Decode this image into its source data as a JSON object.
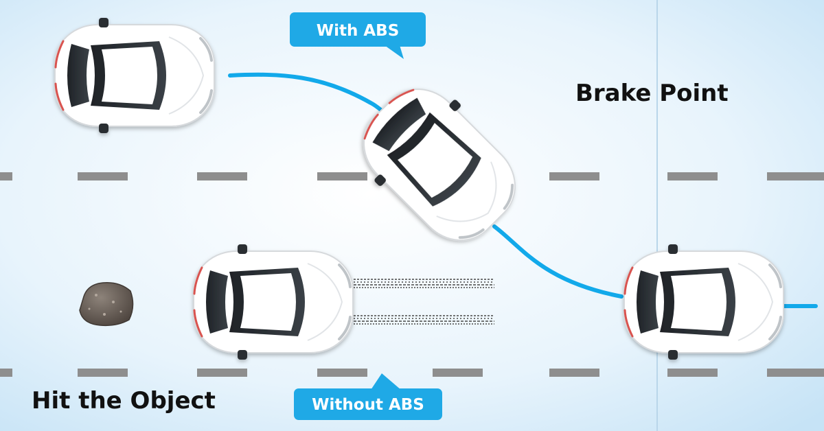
{
  "labels": {
    "with_abs": "With ABS",
    "without_abs": "Without ABS",
    "brake_point": "Brake Point",
    "hit_object": "Hit the Object"
  },
  "colors": {
    "background_center": "#ffffff",
    "background_edge": "#c6e3f6",
    "path_blue": "#12a9ea",
    "bubble_blue": "#1fa9e6",
    "lane_dash": "#8e8e8e",
    "car_body": "#ffffff",
    "car_glass": "#2b2f33",
    "rock": "#6d6259",
    "skid_marks": "#5c5c5c"
  },
  "icons": [
    "car-icon",
    "rock-icon",
    "skid-mark-icon"
  ]
}
